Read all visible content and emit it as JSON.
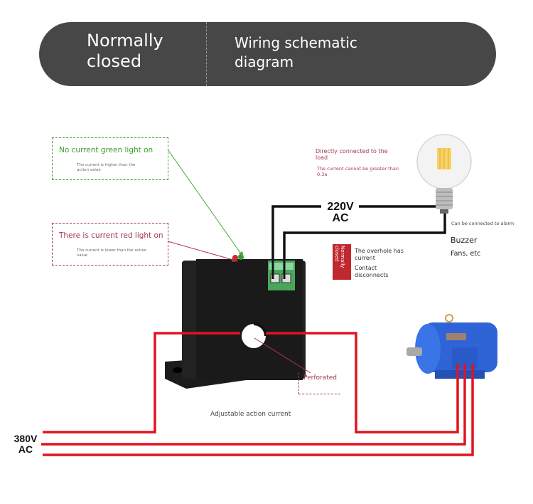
{
  "header": {
    "mode_label": "Normally\nclosed",
    "title": "Wiring schematic\ndiagram"
  },
  "callouts": {
    "green": {
      "title": "No current green light on",
      "subtitle": "The current is higher than the action value",
      "color": "#3c9a2c"
    },
    "red": {
      "title": "There is current red light on",
      "subtitle": "The current is lower than the action value",
      "color": "#a33a4c"
    }
  },
  "load": {
    "title": "Directly connected to the load",
    "note": "The current cannot be greater than 0.3a",
    "voltage": "220V\nAC"
  },
  "alarm": {
    "note": "Can be connected to alarm",
    "item1": "Buzzer",
    "item2": "Fans, etc"
  },
  "contact": {
    "badge": "Normally\nclosed",
    "line1": "The overhole has current",
    "line2": "Contact disconnects",
    "badge_color": "#c0282f"
  },
  "sensor": {
    "hole_label": "Perforated",
    "adjust_label": "Adjustable action current"
  },
  "supply": {
    "voltage": "380V\nAC",
    "wire_color": "#e0141e"
  }
}
